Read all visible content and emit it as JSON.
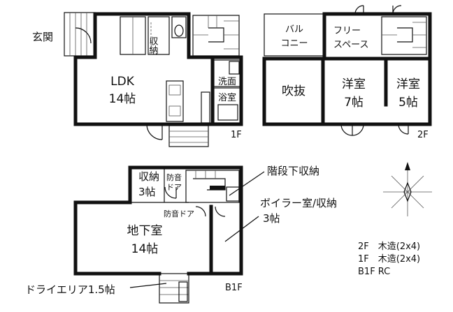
{
  "floors": {
    "first": {
      "floor_label": "1F",
      "entrance": "玄関",
      "storage": "収納",
      "ldk_name": "LDK",
      "ldk_size": "14帖",
      "washroom": "洗面",
      "bathroom": "浴室"
    },
    "second": {
      "floor_label": "2F",
      "balcony_line1": "バル",
      "balcony_line2": "コニー",
      "free_space_line1": "フリー",
      "free_space_line2": "スペース",
      "atrium": "吹抜",
      "western_room_a_name": "洋室",
      "western_room_a_size": "7帖",
      "western_room_b_name": "洋室",
      "western_room_b_size": "5帖"
    },
    "basement": {
      "floor_label": "B1F",
      "storage_name": "収納",
      "storage_size": "3帖",
      "soundproof_door_line1": "防音",
      "soundproof_door_line2": "ドア",
      "soundproof_door_2": "防音ドア",
      "basement_room_name": "地下室",
      "basement_room_size": "14帖",
      "under_stairs_storage": "階段下収納",
      "boiler_room_line1": "ボイラー室/収納",
      "boiler_room_line2": "3帖",
      "dry_area": "ドライエリア1.5帖"
    }
  },
  "construction": [
    "2F　木造(2x4)",
    "1F　木造(2x4)",
    "B1F RC"
  ]
}
